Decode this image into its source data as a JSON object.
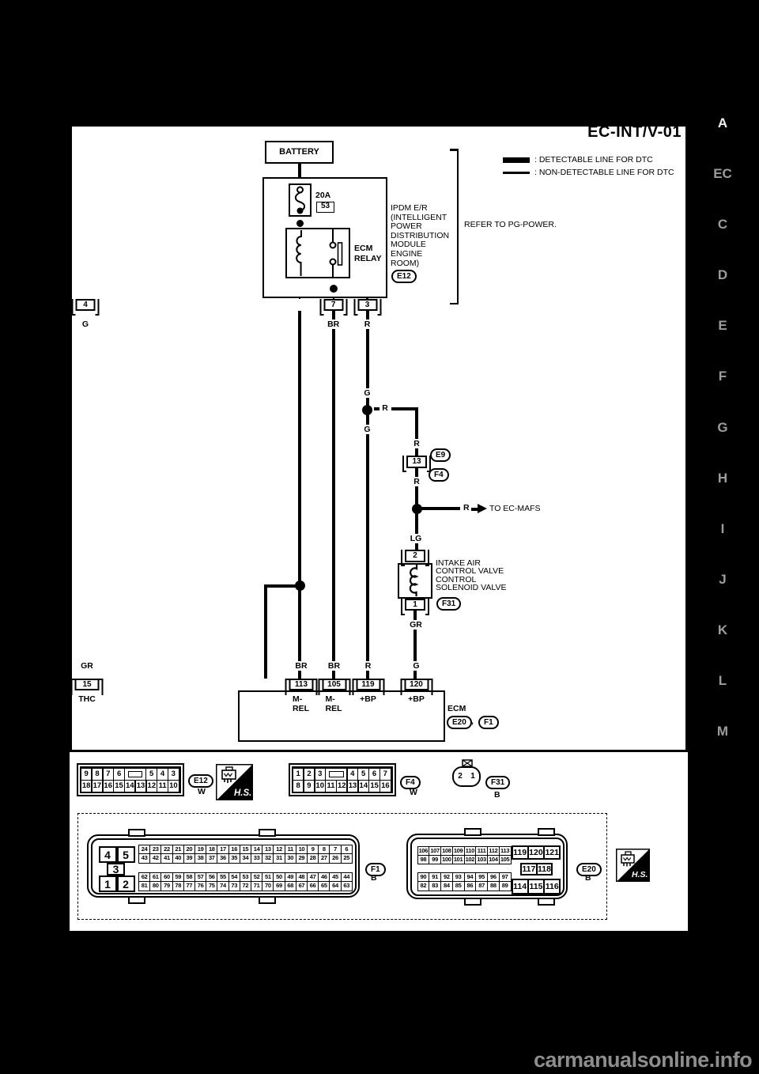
{
  "title": "EC-INT/V-01",
  "legend": {
    "detectable": ": DETECTABLE LINE FOR DTC",
    "non_detectable": ": NON-DETECTABLE LINE FOR DTC"
  },
  "battery": {
    "label": "BATTERY"
  },
  "ipdm": {
    "fuse_amp": "20A",
    "fuse_slot": "53",
    "relay_line1": "ECM",
    "relay_line2": "RELAY",
    "name_lines": [
      "IPDM E/R",
      "(INTELLIGENT",
      "POWER",
      "DISTRIBUTION",
      "MODULE",
      "ENGINE",
      "ROOM)"
    ],
    "ref": "E12",
    "note": "REFER TO PG-POWER.",
    "terminals": [
      {
        "n": "7",
        "wire": "BR"
      },
      {
        "n": "3",
        "wire": "R"
      },
      {
        "n": "4",
        "wire": "G"
      }
    ]
  },
  "middle": {
    "g_above": "G",
    "g_below": "G",
    "splice_wire": "R",
    "r_above": "R",
    "conn13": "13",
    "ref_e9": "E9",
    "ref_f4": "F4",
    "r_below": "R",
    "mafs_wire": "R",
    "mafs_text": "TO EC-MAFS",
    "lg": "LG",
    "gr": "GR",
    "sol_pin_top": "2",
    "sol_pin_bottom": "1",
    "sol_ref": "F31",
    "sol_name_lines": [
      "INTAKE AIR",
      "CONTROL VALVE",
      "CONTROL",
      "SOLENOID VALVE"
    ]
  },
  "ecm": {
    "label": "ECM",
    "ref1": "E20",
    "sep": ",",
    "ref2": "F1",
    "terminals": [
      {
        "wire": "BR",
        "n": "113",
        "pin": "M-REL"
      },
      {
        "wire": "BR",
        "n": "105",
        "pin": "M-REL"
      },
      {
        "wire": "R",
        "n": "119",
        "pin": "+BP"
      },
      {
        "wire": "G",
        "n": "120",
        "pin": "+BP"
      },
      {
        "wire": "GR",
        "n": "15",
        "pin": "THC"
      }
    ]
  },
  "connectors": {
    "e12": {
      "ref": "E12",
      "color": "W",
      "row1": [
        "9",
        "8",
        "7",
        "6",
        "",
        "5",
        "4",
        "3"
      ],
      "row2": [
        "18",
        "17",
        "16",
        "15",
        "14",
        "13",
        "12",
        "11",
        "10"
      ]
    },
    "f4": {
      "ref": "F4",
      "color": "W",
      "row1": [
        "1",
        "2",
        "3",
        "",
        "4",
        "5",
        "6",
        "7"
      ],
      "row2": [
        "8",
        "9",
        "10",
        "11",
        "12",
        "13",
        "14",
        "15",
        "16"
      ]
    },
    "f31": {
      "ref": "F31",
      "color": "B",
      "cells": [
        "2",
        "1"
      ]
    }
  },
  "hs": "H.S.",
  "f1": {
    "ref": "F1",
    "color": "B",
    "key": [
      "4",
      "5",
      "3",
      "1",
      "2"
    ],
    "rows": [
      [
        "24",
        "23",
        "22",
        "21",
        "20",
        "19",
        "18",
        "17",
        "16",
        "15",
        "14",
        "13",
        "12",
        "11",
        "10",
        "9",
        "8",
        "7",
        "6"
      ],
      [
        "43",
        "42",
        "41",
        "40",
        "39",
        "38",
        "37",
        "36",
        "35",
        "34",
        "33",
        "32",
        "31",
        "30",
        "29",
        "28",
        "27",
        "26",
        "25"
      ],
      [
        "62",
        "61",
        "60",
        "59",
        "58",
        "57",
        "56",
        "55",
        "54",
        "53",
        "52",
        "51",
        "50",
        "49",
        "48",
        "47",
        "46",
        "45",
        "44"
      ],
      [
        "81",
        "80",
        "79",
        "78",
        "77",
        "76",
        "75",
        "74",
        "73",
        "72",
        "71",
        "70",
        "69",
        "68",
        "67",
        "66",
        "65",
        "64",
        "63"
      ]
    ]
  },
  "e20": {
    "ref": "E20",
    "color": "B",
    "left_rows": [
      [
        "106",
        "107",
        "108",
        "109",
        "110",
        "111",
        "112",
        "113"
      ],
      [
        "98",
        "99",
        "100",
        "101",
        "102",
        "103",
        "104",
        "105"
      ],
      [
        "90",
        "91",
        "92",
        "93",
        "94",
        "95",
        "96",
        "97"
      ],
      [
        "82",
        "83",
        "84",
        "85",
        "86",
        "87",
        "88",
        "89"
      ]
    ],
    "right_rows": [
      [
        "119",
        "120",
        "121"
      ],
      [
        "117",
        "118"
      ],
      [
        "114",
        "115",
        "116"
      ]
    ]
  },
  "tabs": [
    "A",
    "EC",
    "C",
    "D",
    "E",
    "F",
    "G",
    "H",
    "I",
    "J",
    "K",
    "L",
    "M"
  ],
  "watermark": "carmanualsonline.info"
}
